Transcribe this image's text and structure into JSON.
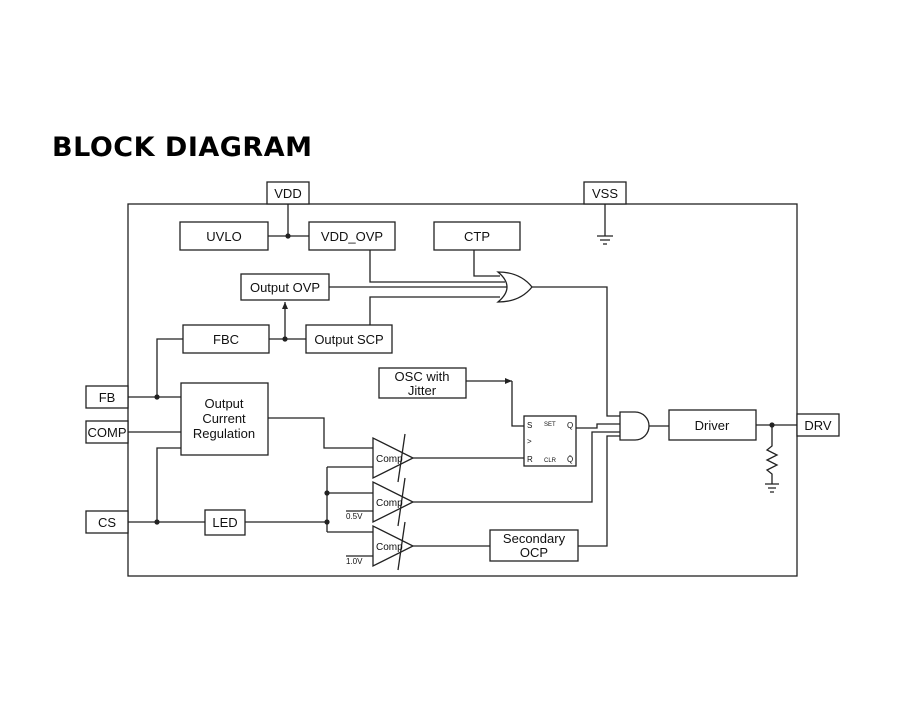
{
  "title": "BLOCK DIAGRAM",
  "pins": {
    "vdd": "VDD",
    "vss": "VSS",
    "fb": "FB",
    "comp": "COMP",
    "cs": "CS",
    "drv": "DRV"
  },
  "blocks": {
    "uvlo": "UVLO",
    "vdd_ovp": "VDD_OVP",
    "ctp": "CTP",
    "output_ovp": "Output OVP",
    "fbc": "FBC",
    "output_scp": "Output SCP",
    "ocr_line1": "Output",
    "ocr_line2": "Current",
    "ocr_line3": "Regulation",
    "osc_line1": "OSC with",
    "osc_line2": "Jitter",
    "led": "LED",
    "driver": "Driver",
    "socp_line1": "Secondary",
    "socp_line2": "OCP"
  },
  "comparators": {
    "label": "Comp",
    "ref2": "0.5V",
    "ref3": "1.0V"
  },
  "flipflop": {
    "s": "S",
    "r": "R",
    "set": "SET",
    "clr": "CLR",
    "q": "Q",
    "qbar": "Q̄",
    "clk": ">"
  }
}
